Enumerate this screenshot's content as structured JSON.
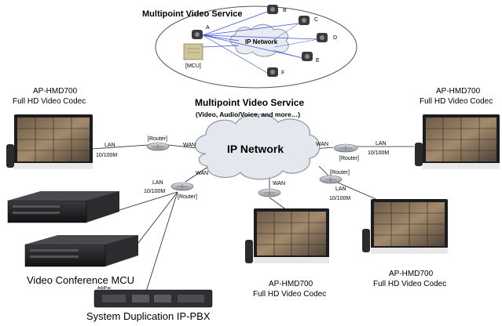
{
  "inset": {
    "title": "Multipoint Video Service",
    "network_label": "IP Network",
    "mcu_label": "[MCU]",
    "endpoints": [
      "A",
      "B",
      "C",
      "D",
      "E",
      "F"
    ]
  },
  "main": {
    "title": "Multipoint Video Service",
    "subtitle": "(Video, Audio/Voice, and more…)",
    "network_label": "IP Network"
  },
  "codecs": [
    {
      "name": "AP-HMD700",
      "desc": "Full HD Video Codec"
    },
    {
      "name": "AP-HMD700",
      "desc": "Full HD Video Codec"
    },
    {
      "name": "AP-HMD700",
      "desc": "Full HD Video Codec"
    },
    {
      "name": "AP-HMD700",
      "desc": "Full HD Video Codec"
    }
  ],
  "routers": [
    "[Router]",
    "[Router]",
    "[Router]",
    "[Router]"
  ],
  "links": {
    "lan": "LAN",
    "speed": "10/100M",
    "wan": "WAN"
  },
  "mcu": {
    "label": "Video Conference MCU"
  },
  "pbx": {
    "label": "System Duplication IP-PBX",
    "brand": "AddPac"
  },
  "colors": {
    "cloud_fill": "#e4e8ee",
    "cloud_stroke": "#8d96a3",
    "device_dark": "#1c1c1e",
    "router_fill": "#b8bcc2",
    "inset_link": "#3a4fd8"
  }
}
